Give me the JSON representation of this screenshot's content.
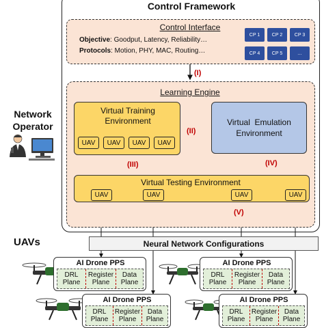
{
  "framework": {
    "title": "Control Framework"
  },
  "control_interface": {
    "title": "Control Interface",
    "objective_label": "Objective",
    "objective_text": ": Goodput, Latency, Reliability…",
    "protocols_label": "Protocols",
    "protocols_text": ": Motion, PHY, MAC, Routing…",
    "cps": [
      "CP 1",
      "CP 2",
      "CP 3",
      "CP 4",
      "CP 5",
      "…"
    ]
  },
  "links": {
    "i": "(I)",
    "ii": "(II)",
    "iii": "(III)",
    "iv": "(IV)",
    "v": "(V)"
  },
  "learning_engine": {
    "title": "Learning Engine",
    "training_title": "Virtual Training Environment",
    "training_uavs": [
      "UAV",
      "UAV",
      "UAV",
      "UAV"
    ],
    "emulation_title": "Virtual  Emulation Environment",
    "testing_title": "Virtual Testing Environment",
    "testing_uavs": [
      "UAV",
      "UAV",
      "UAV",
      "UAV"
    ]
  },
  "operator": {
    "label": "Network Operator"
  },
  "uavs_label": "UAVs",
  "nn_config": "Neural Network Configurations",
  "drone_pps": [
    {
      "title": "AI Drone PPS",
      "planes": [
        "DRL Plane",
        "Register Plane",
        "Data Plane"
      ]
    },
    {
      "title": "AI Drone PPS",
      "planes": [
        "DRL Plane",
        "Register Plane",
        "Data Plane"
      ]
    },
    {
      "title": "AI Drone PPS",
      "planes": [
        "DRL Plane",
        "Register Plane",
        "Data Plane"
      ]
    },
    {
      "title": "AI Drone PPS",
      "planes": [
        "DRL Plane",
        "Register Plane",
        "Data Plane"
      ]
    }
  ],
  "colors": {
    "control_interface_bg": "#fbe4d5",
    "learning_engine_bg": "#fbe4d5",
    "training_bg": "#fcd667",
    "emulation_bg": "#b4c7e7",
    "cp_bg": "#2e4f9e",
    "pps_bg": "#e2efd9",
    "accent_red": "#c00000"
  },
  "icons": {
    "operator": "operator-computer-icon",
    "drone": "drone-icon"
  }
}
